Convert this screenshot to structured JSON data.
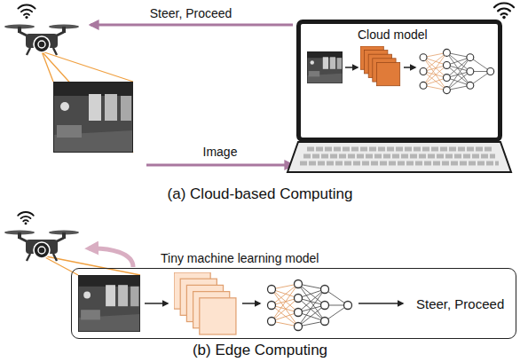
{
  "diagram": {
    "nodes": [
      {
        "text": [
          "Cloud model"
        ]
      },
      {
        "text": [
          "Tiny machine learning model",
          "Steer, Proceed"
        ]
      }
    ],
    "labels": [
      "Steer, Proceed",
      "Image",
      "(a) Cloud-based Computing",
      "(b) Edge Computing"
    ]
  }
}
